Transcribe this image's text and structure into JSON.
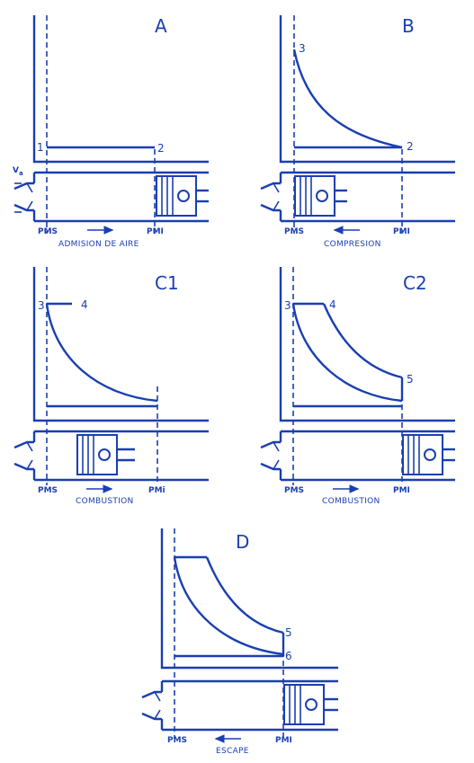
{
  "panels": {
    "A": {
      "letter": "A",
      "p1": "1",
      "p2": "2",
      "va": "Va",
      "pms": "PMS",
      "pmi": "PMI",
      "caption": "ADMISION DE AIRE"
    },
    "B": {
      "letter": "B",
      "p2": "2",
      "p3": "3",
      "pms": "PMS",
      "pmi": "PMI",
      "caption": "COMPRESION"
    },
    "C1": {
      "letter": "C1",
      "p3": "3",
      "p4": "4",
      "pms": "PMS",
      "pmi": "PMi",
      "caption": "COMBUSTION"
    },
    "C2": {
      "letter": "C2",
      "p3": "3",
      "p4": "4",
      "p5": "5",
      "pms": "PMS",
      "pmi": "PMI",
      "caption": "COMBUSTION"
    },
    "D": {
      "letter": "D",
      "p5": "5",
      "p6": "6",
      "pms": "PMS",
      "pmi": "PMI",
      "caption": "ESCAPE"
    }
  },
  "colors": {
    "ink": "#1a3fb0",
    "background": "#ffffff"
  },
  "arrows": {
    "A": "right",
    "B": "left",
    "C1": "right",
    "C2": "right",
    "D": "left"
  }
}
